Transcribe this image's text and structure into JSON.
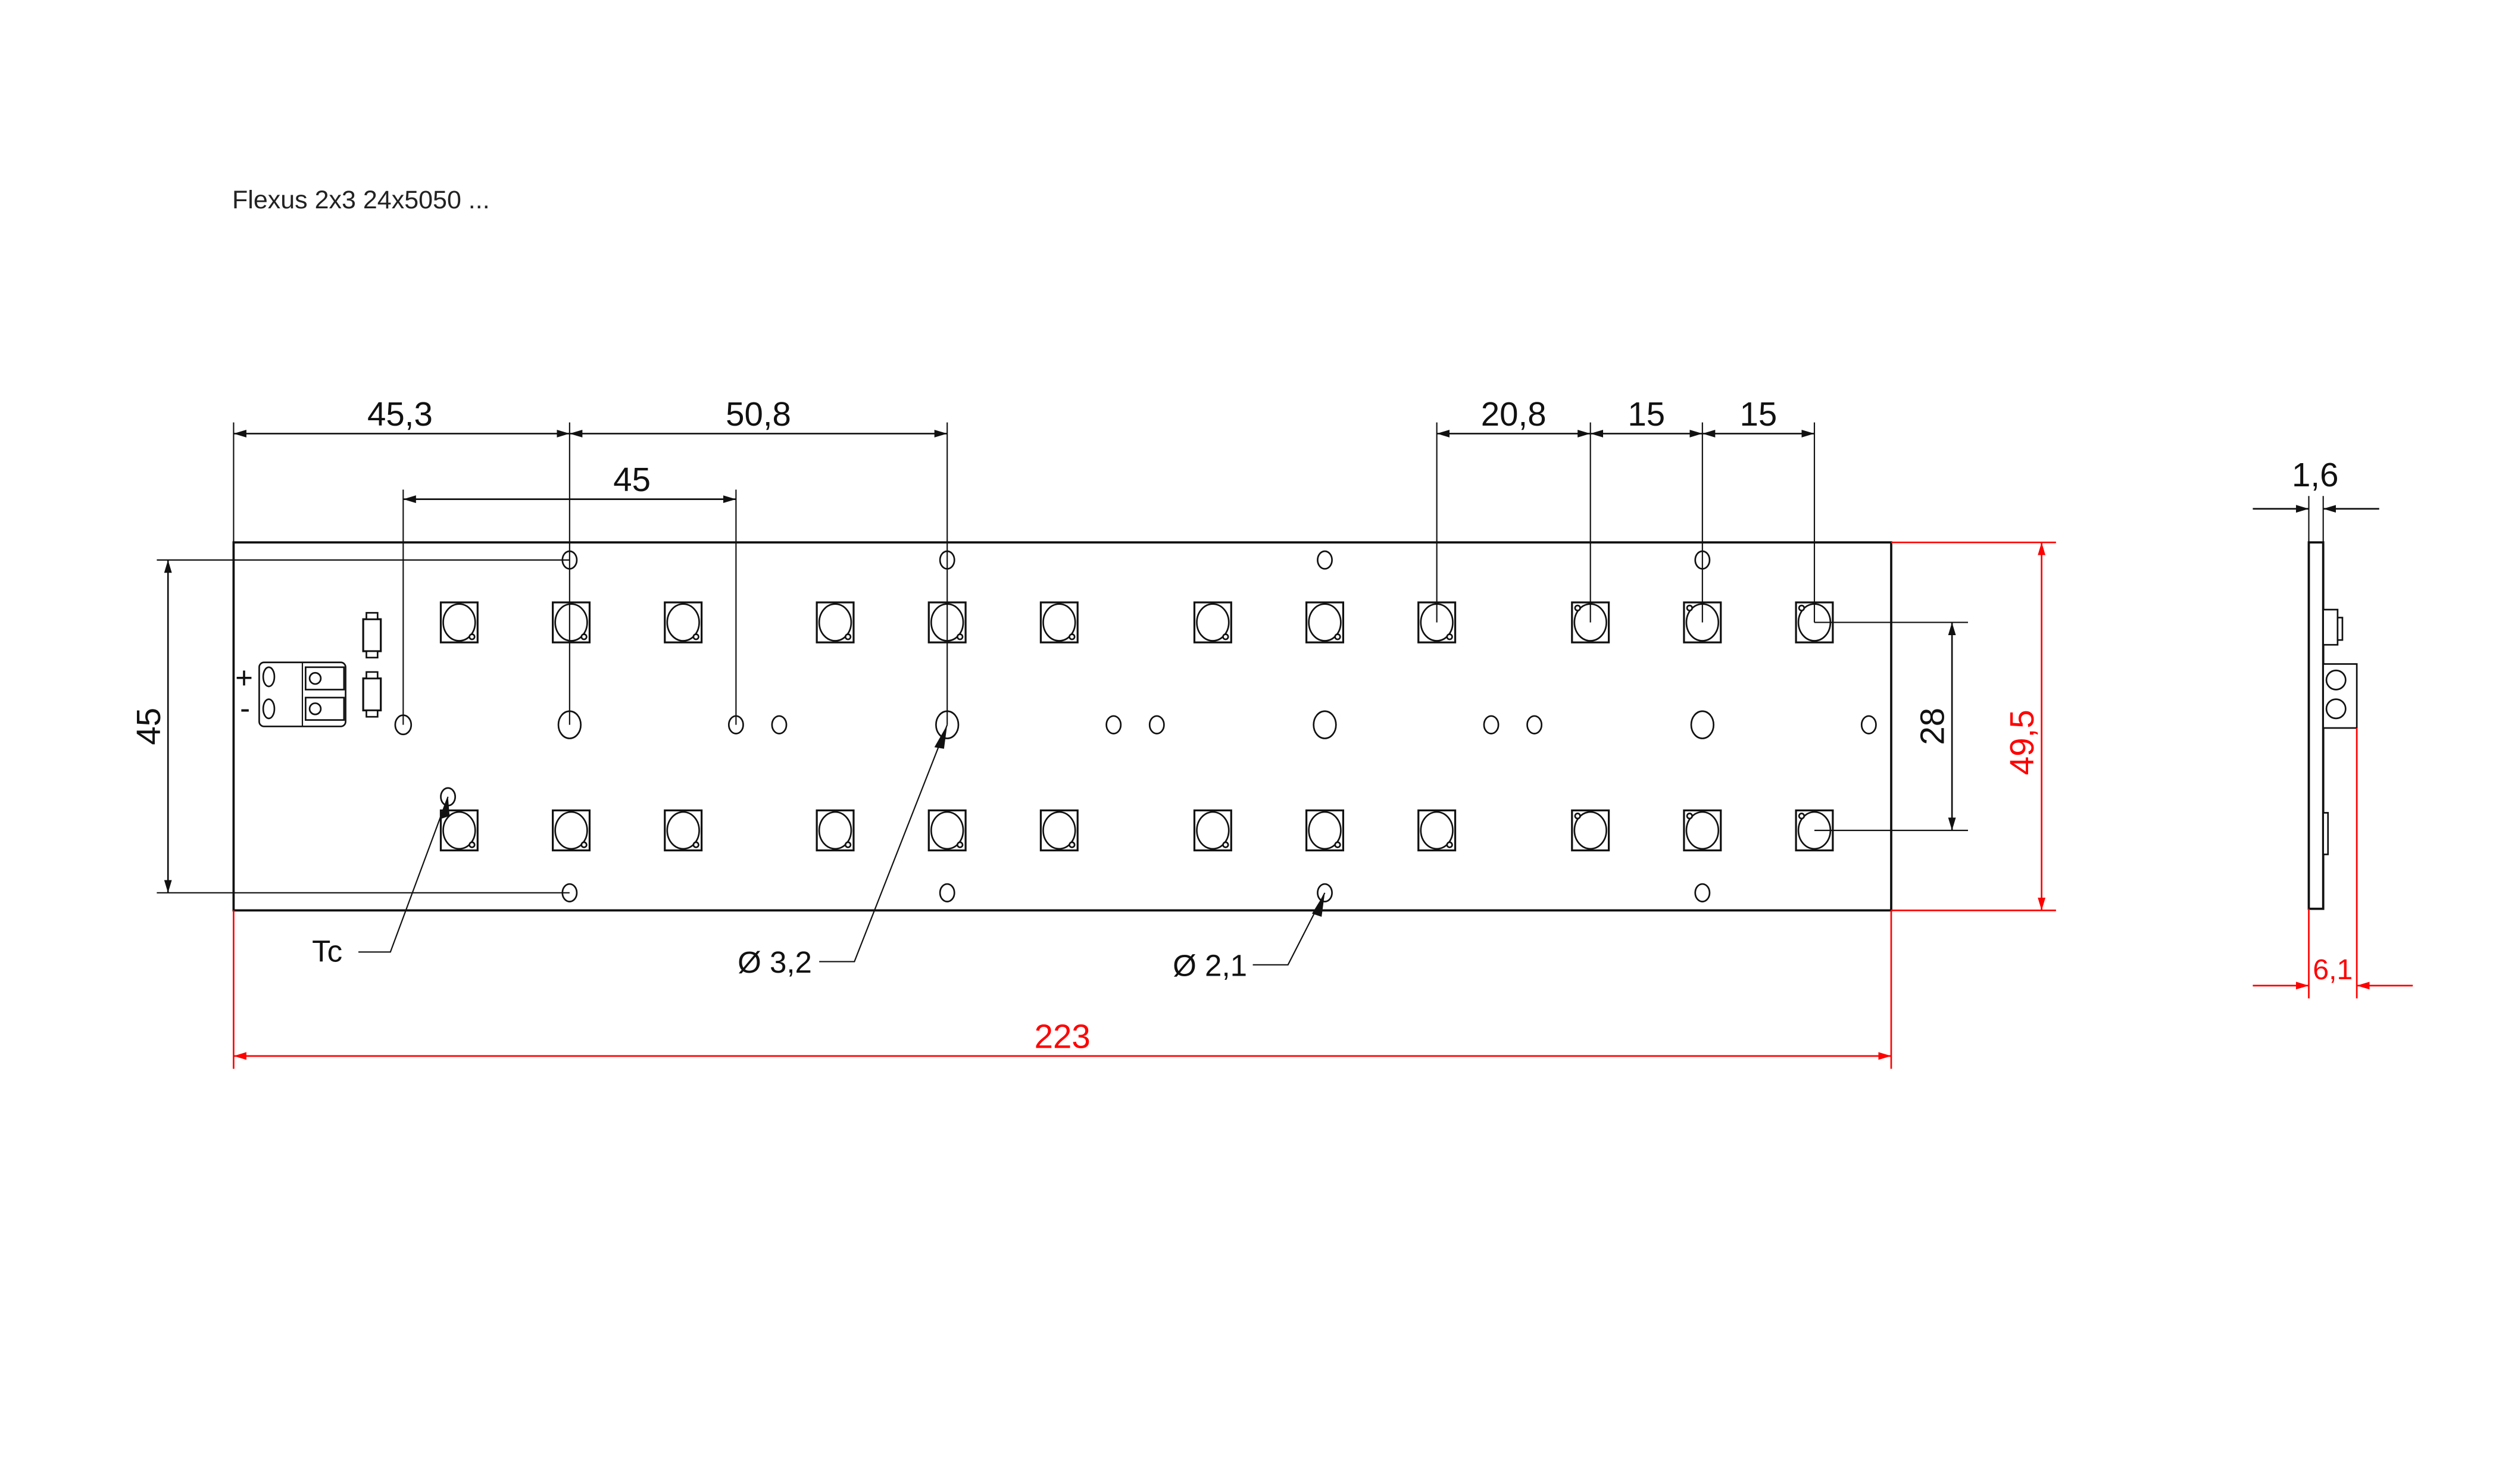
{
  "title": "Flexus 2x3 24x5050 ...",
  "front_view": {
    "board": {
      "length_mm": 223,
      "width_mm": 49.5
    },
    "dimensions": {
      "top_first": "45,3",
      "top_second": "50,8",
      "top_inner": "45",
      "top_right_1": "20,8",
      "top_right_2": "15",
      "top_right_3": "15",
      "left_vertical": "45",
      "right_led_pitch": "28",
      "overall_height": "49,5",
      "overall_length": "223"
    },
    "callouts": {
      "tc": "Tc",
      "hole_large": "Ø 3,2",
      "hole_small": "Ø 2,1"
    },
    "connector": {
      "plus": "+",
      "minus": "-"
    },
    "led_count": 24,
    "led_rows": 2,
    "led_type": "5050"
  },
  "side_view": {
    "dimensions": {
      "pcb_thickness": "1,6",
      "total_height": "6,1"
    }
  },
  "colors": {
    "line": "#111111",
    "overall_dimension": "#ff0000",
    "background": "#ffffff"
  }
}
